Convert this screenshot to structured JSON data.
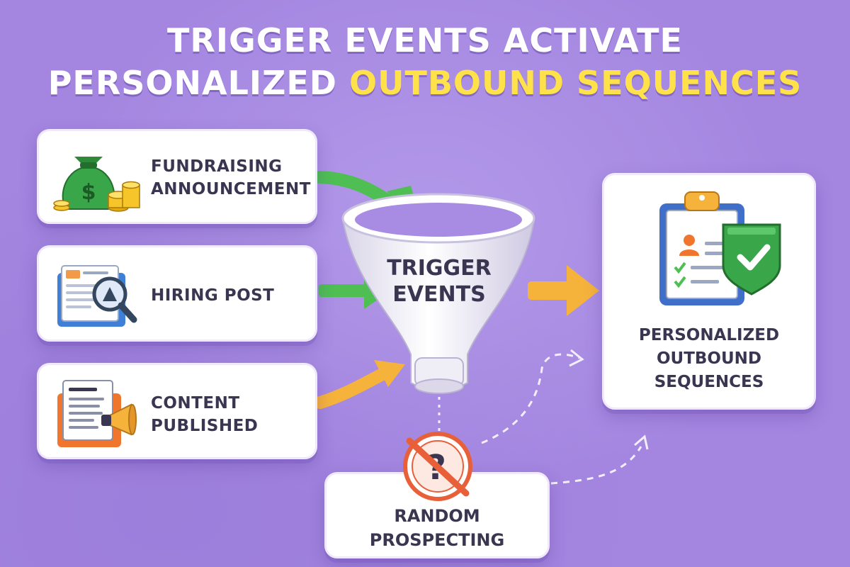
{
  "title": {
    "line1": "TRIGGER EVENTS ACTIVATE",
    "line2_plain": "PERSONALIZED ",
    "line2_accent": "OUTBOUND SEQUENCES"
  },
  "inputs": [
    {
      "line1": "FUNDRAISING",
      "line2": "ANNOUNCEMENT",
      "icon": "money-bag-icon"
    },
    {
      "line1": "HIRING POST",
      "line2": "",
      "icon": "job-post-search-icon"
    },
    {
      "line1": "CONTENT",
      "line2": "PUBLISHED",
      "icon": "document-megaphone-icon"
    }
  ],
  "funnel": {
    "line1": "TRIGGER",
    "line2": "EVENTS",
    "icon": "funnel-icon"
  },
  "output": {
    "line1": "PERSONALIZED",
    "line2": "OUTBOUND",
    "line3": "SEQUENCES",
    "icon": "clipboard-check-icon"
  },
  "random": {
    "line1": "RANDOM",
    "line2": "PROSPECTING",
    "icon": "no-question-icon"
  },
  "colors": {
    "background": "#a486e0",
    "accent": "#ffe14a",
    "green_arrow": "#4fbf54",
    "orange_arrow": "#f6b33c",
    "text": "#3a3550"
  }
}
